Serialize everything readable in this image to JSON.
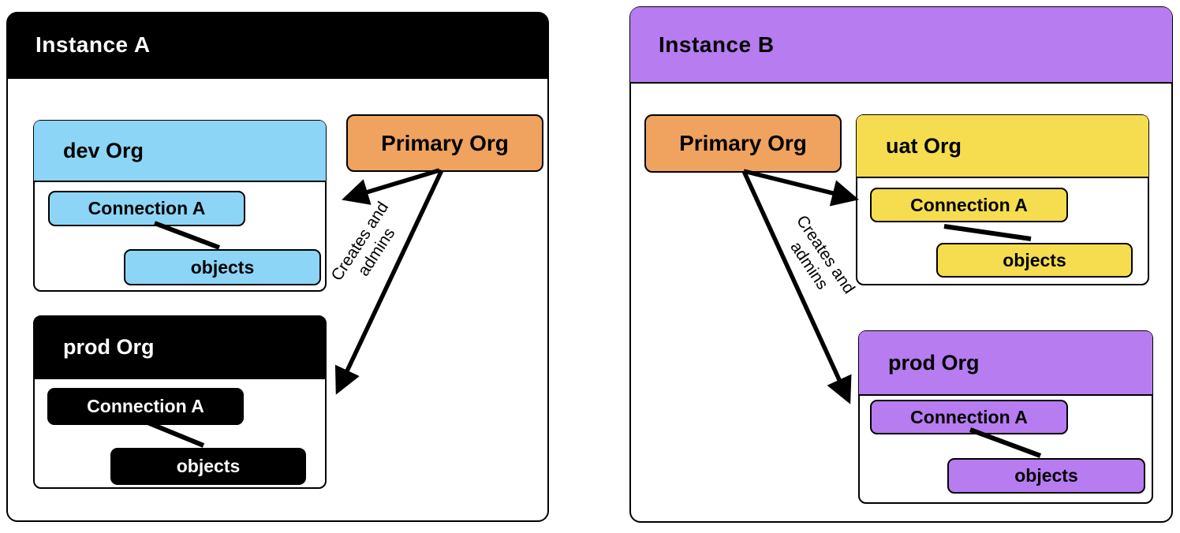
{
  "colors": {
    "blue": "#8CD5F6",
    "orange": "#EFA35F",
    "purple": "#B77CF0",
    "yellow": "#F5DD4F",
    "ink": "#000000",
    "paper": "#FFFFFF"
  },
  "instance_a": {
    "title": "Instance A",
    "dev_org": {
      "title": "dev Org",
      "connection": "Connection A",
      "objects": "objects"
    },
    "prod_org": {
      "title": "prod Org",
      "connection": "Connection A",
      "objects": "objects"
    },
    "primary_org": {
      "label": "Primary Org"
    },
    "arrow_label": {
      "line1": "Creates and",
      "line2": "admins"
    }
  },
  "instance_b": {
    "title": "Instance B",
    "primary_org": {
      "label": "Primary Org"
    },
    "uat_org": {
      "title": "uat Org",
      "connection": "Connection A",
      "objects": "objects"
    },
    "prod_org": {
      "title": "prod Org",
      "connection": "Connection A",
      "objects": "objects"
    },
    "arrow_label": {
      "line1": "Creates and",
      "line2": "admins"
    }
  }
}
